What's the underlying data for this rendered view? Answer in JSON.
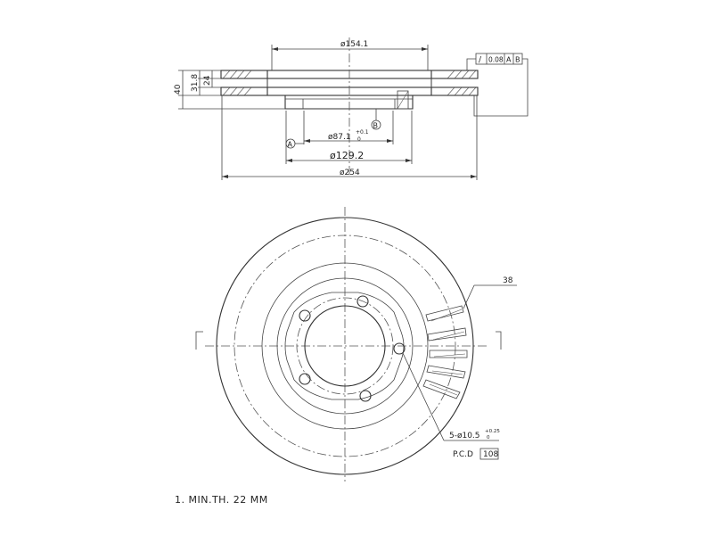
{
  "section_view": {
    "dims": {
      "d_top": "ø154.1",
      "d_center": "ø87.1",
      "d_center_tol_upper": "+0.1",
      "d_center_tol_lower": "0",
      "d_mid": "ø129.2",
      "d_outer": "ø254",
      "h_total": "40",
      "h_2": "31.8",
      "h_3": "24"
    },
    "datum_a": "A",
    "datum_b": "B",
    "tolerance_frame": {
      "symbol": "/",
      "value": "0.08",
      "ref_1": "A",
      "ref_2": "B"
    }
  },
  "front_view": {
    "vane_count_label": "38",
    "bolt_holes": "5-ø10.5",
    "bolt_tol_upper": "+0.25",
    "bolt_tol_lower": "0",
    "pcd_label": "P.C.D",
    "pcd_value": "108"
  },
  "notes": {
    "note_1": "1. MIN.TH. 22 MM"
  }
}
